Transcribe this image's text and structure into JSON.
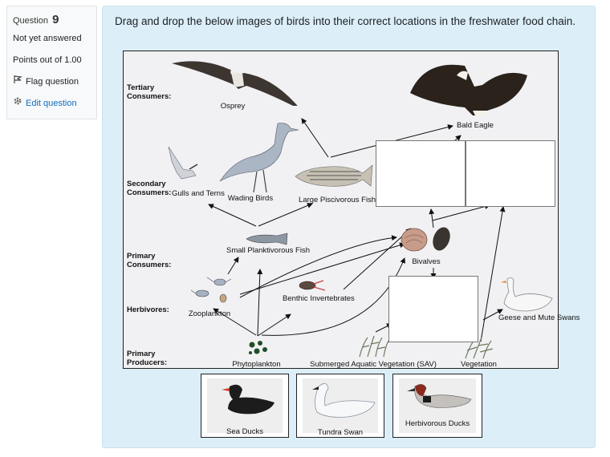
{
  "info": {
    "question_label": "Question",
    "question_number": "9",
    "status": "Not yet answered",
    "points": "Points out of 1.00",
    "flag_label": "Flag question",
    "edit_label": "Edit question"
  },
  "question": {
    "text": "Drag and drop the below images of birds into their correct locations in the freshwater food chain."
  },
  "levels": {
    "tertiary": "Tertiary Consumers:",
    "secondary": "Secondary Consumers:",
    "primary": "Primary Consumers:",
    "herbivores": "Herbivores:",
    "producers": "Primary Producers:"
  },
  "organisms": {
    "osprey": "Osprey",
    "bald_eagle": "Bald Eagle",
    "gulls": "Gulls and Terns",
    "wading": "Wading Birds",
    "piscivorous": "Large Piscivorous Fish",
    "planktivorous": "Small Planktivorous Fish",
    "bivalves": "Bivalves",
    "benthic": "Benthic Invertebrates",
    "zooplankton": "Zooplankton",
    "geese": "Geese and Mute Swans",
    "phytoplankton": "Phytoplankton",
    "sav": "Submerged Aquatic Vegetation (SAV)",
    "vegetation": "Vegetation"
  },
  "draggables": [
    {
      "label": "Sea Ducks",
      "icon": "sea-duck-icon"
    },
    {
      "label": "Tundra Swan",
      "icon": "tundra-swan-icon"
    },
    {
      "label": "Herbivorous Ducks",
      "icon": "herbivorous-duck-icon"
    }
  ],
  "colors": {
    "panel_bg": "#dceef7",
    "link": "#0f6cbf"
  }
}
